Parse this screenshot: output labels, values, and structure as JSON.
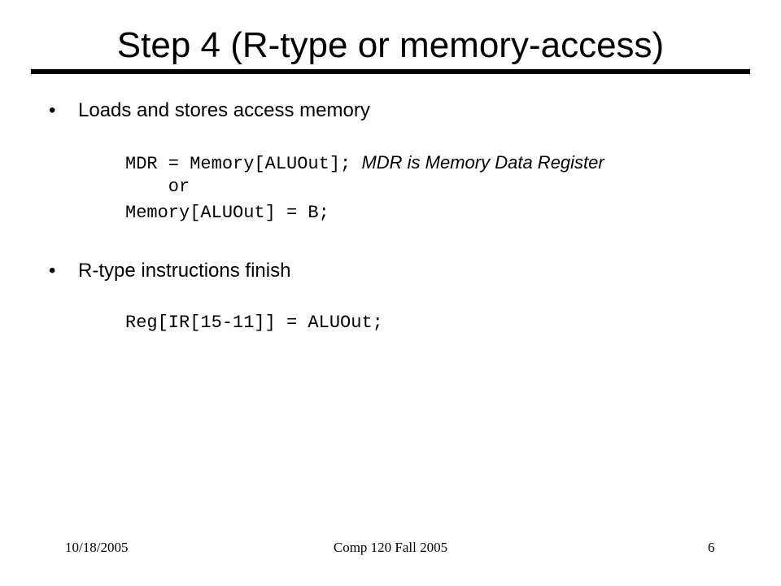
{
  "title": "Step 4 (R-type or memory-access)",
  "bullets": [
    {
      "marker": "•",
      "text": "Loads and stores access memory",
      "code": [
        {
          "text": "MDR = Memory[ALUOut];",
          "note": "MDR is Memory Data Register"
        },
        {
          "text": "    or",
          "note": ""
        },
        {
          "text": "Memory[ALUOut] = B;",
          "note": ""
        }
      ]
    },
    {
      "marker": "•",
      "text": "R-type instructions finish",
      "code": [
        {
          "text": "Reg[IR[15-11]] = ALUOut;",
          "note": ""
        }
      ]
    }
  ],
  "footer": {
    "date": "10/18/2005",
    "course": "Comp 120 Fall 2005",
    "page": "6"
  }
}
